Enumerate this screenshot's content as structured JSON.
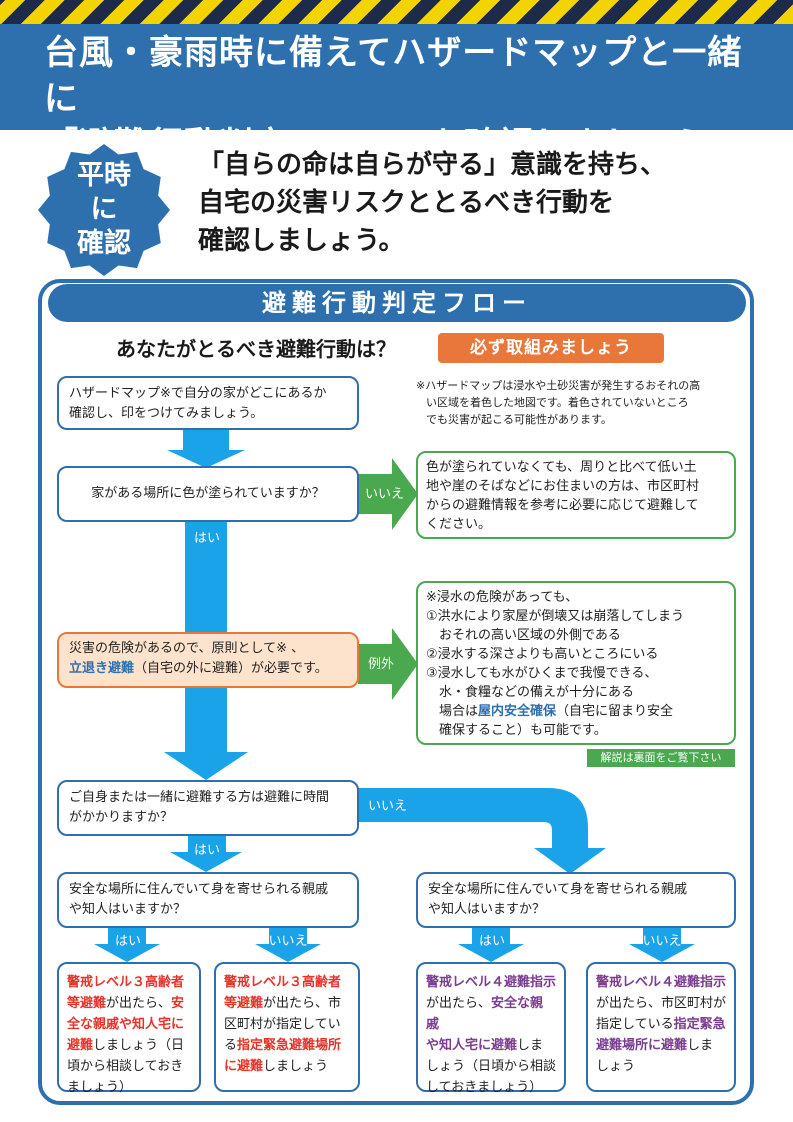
{
  "header": {
    "line1": "台風・豪雨時に備えてハザードマップと一緒に",
    "line2": "「避難行動判定フロー」を確認しましょう"
  },
  "badge": {
    "line1": "平時に",
    "line2": "確認"
  },
  "intro": {
    "line1": "「自らの命は自らが守る」意識を持ち、",
    "line2": "自宅の災害リスクととるべき行動を",
    "line3": "確認しましょう。"
  },
  "flow": {
    "title": "避難行動判定フロー",
    "question": "あなたがとるべき避難行動は？",
    "must": "必ず取組みましょう",
    "step1": {
      "line1": "ハザードマップ※で自分の家がどこにあるか",
      "line2": "確認し、印をつけてみましょう。"
    },
    "note": {
      "line1": "※ハザードマップは浸水や土砂災害が発生するおそれの高",
      "line2": "い区域を着色した地図です。着色されていないところ",
      "line3": "でも災害が起こる可能性があります。"
    },
    "step2": "家がある場所に色が塗られていますか？",
    "no_label_1": "いいえ",
    "green1": {
      "line1": "色が塗られていなくても、周りと比べて低い土",
      "line2": "地や崖のそばなどにお住まいの方は、市区町村",
      "line3": "からの避難情報を参考に必要に応じて避難して",
      "line4": "ください。"
    },
    "yes_label_1": "はい",
    "step3": {
      "line1": "災害の危険があるので、原則として※ 、",
      "line2_em": "立退き避難",
      "line2_rest": "（自宅の外に避難）が必要です。"
    },
    "exception_label": "例外",
    "green2": {
      "line1": "※浸水の危険があっても、",
      "line2": "①洪水により家屋が倒壊又は崩落してしまう",
      "line3": "　おそれの高い区域の外側である",
      "line4": "②浸水する深さよりも高いところにいる",
      "line5": "③浸水しても水がひくまで我慢できる、",
      "line6": "　水・食糧などの備えが十分にある",
      "line7_pre": "　場合は",
      "line7_em": "屋内安全確保",
      "line7_post": "（自宅に留まり安全",
      "line8": "　確保すること）も可能です。"
    },
    "see_back": "解説は裏面をご覧下さい",
    "step4": {
      "line1": "ご自身または一緒に避難する方は避難に時間",
      "line2": "がかかりますか？"
    },
    "no_label_2": "いいえ",
    "yes_label_2": "はい",
    "step5_left": {
      "line1": "安全な場所に住んでいて身を寄せられる親戚",
      "line2": "や知人はいますか？"
    },
    "step5_right": {
      "line1": "安全な場所に住んでいて身を寄せられる親戚",
      "line2": "や知人はいますか？"
    },
    "yes_label_3": "はい",
    "no_label_3": "いいえ",
    "yes_label_4": "はい",
    "no_label_4": "いいえ",
    "final1": {
      "a": "警戒レベル３高齢者",
      "b": "等避難",
      "c": "が出たら、",
      "d": "安",
      "e": "全な親戚や知人宅に",
      "f": "避難",
      "g": "しましょう（日",
      "h": "頃から相談しておき",
      "i": "ましょう）"
    },
    "final2": {
      "a": "警戒レベル３高齢者",
      "b": "等避難",
      "c": "が出たら、市",
      "d": "区町村が指定してい",
      "e": "る",
      "f": "指定緊急避難場所",
      "g": "に避難",
      "h": "しましょう"
    },
    "final3": {
      "a": "警戒レベル４避難指示",
      "b": "が出たら、",
      "c": "安全な親戚",
      "d": "や知人宅に避難",
      "e": "しま",
      "f": "しょう（日頃から相談",
      "g": "しておきましょう）"
    },
    "final4": {
      "a": "警戒レベル４避難指示",
      "b": "が出たら、市区町村が",
      "c": "指定している",
      "d": "指定緊急",
      "e": "避難場所に避難",
      "f": "しま",
      "g": "しょう"
    }
  },
  "colors": {
    "blue": "#2e6fae",
    "arrow_cyan": "#1aa3e8",
    "green": "#4aa84e",
    "orange": "#e9773a",
    "red": "#e5342a",
    "purple": "#7b3d8f",
    "stripe_yellow": "#f3d400"
  }
}
